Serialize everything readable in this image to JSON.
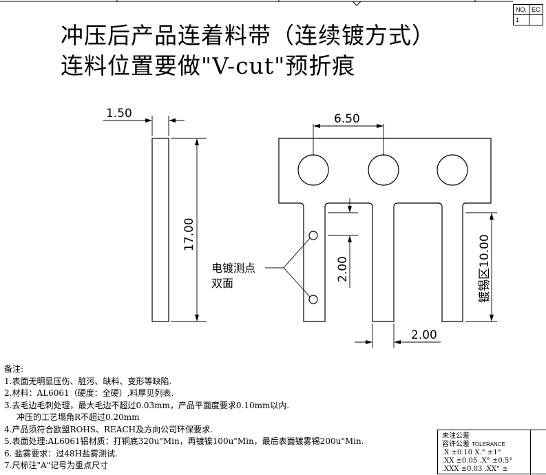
{
  "title": {
    "line1": "冲压后产品连着料带（连续镀方式）",
    "line2": "连料位置要做\"V-cut\"预折痕"
  },
  "revision_table": {
    "headers": [
      "NO.",
      "EC"
    ],
    "row": [
      "1",
      ""
    ]
  },
  "dimensions": {
    "thickness": "1.50",
    "pitch": "6.50",
    "total_height": "17.00",
    "pin_segment": "2.00",
    "pin_width": "2.00",
    "plating_zone": "镀锡区10.00"
  },
  "labels": {
    "test_point_line1": "电镀测点",
    "test_point_line2": "双面"
  },
  "notes": {
    "heading": "备注:",
    "items": [
      "1.表面无明显压伤、脏污、缺料、变形等缺陷.",
      "2.材料：AL6061（硬度：全硬）,料厚见列表.",
      "3.去毛边毛刺处理，最大毛边不超过0.03mm，产品平面度要求0.10mm以内.",
      "冲压的工艺塌角R不超过0.20mm",
      "4.产品须符合欧盟ROHS、REACH及方向公司环保要求.",
      "5.表面处理:AL6061铝材质：打铜底320u\"Min，再镀镍100u\"Min，最后表面镀雾锡200u\"Min.",
      "6.  盐雾要求：过48H盐雾测试.",
      "7.尺标注\"A\"记号为重点尺寸"
    ]
  },
  "tolerance": {
    "heading1": "未注公差",
    "heading2": "容许公差",
    "heading2_en": "TOLERANCE",
    "rows": [
      [
        ".X",
        "±0.10",
        "X.°",
        "±1°"
      ],
      [
        ".XX",
        "±0.05",
        ".X°",
        "±0.5°"
      ],
      [
        ".XXX",
        "±0.03",
        ".XX°",
        "±"
      ]
    ]
  }
}
